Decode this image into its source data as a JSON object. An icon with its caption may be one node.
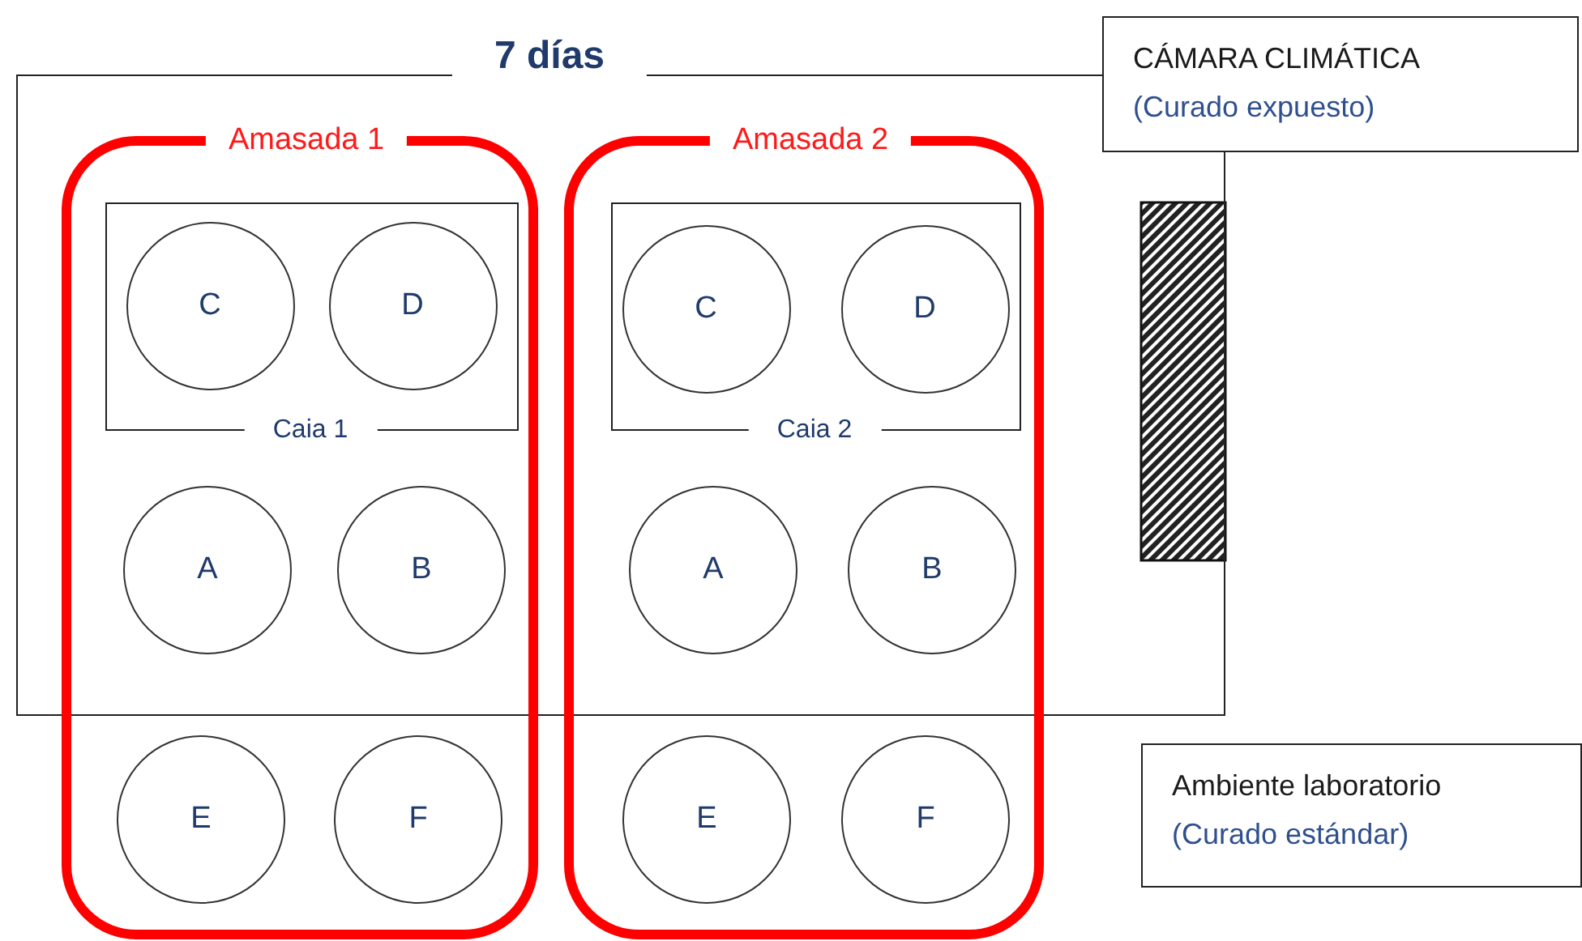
{
  "diagram": {
    "nodes": [
      {
        "text": [
          "7 días"
        ]
      },
      {
        "text": [
          "CÁMARA CLIMÁTICA",
          "(Curado expuesto)"
        ]
      },
      {
        "text": [
          "Amasada 1"
        ]
      },
      {
        "text": [
          "Caia 1"
        ]
      },
      {
        "text": [
          "C"
        ],
        "in": 3
      },
      {
        "text": [
          "D"
        ],
        "in": 3
      },
      {
        "text": [
          "A"
        ]
      },
      {
        "text": [
          "B"
        ]
      },
      {
        "text": [
          "E"
        ],
        "in": 2
      },
      {
        "text": [
          "F"
        ],
        "in": 2
      },
      {
        "text": [
          "Amasada 2"
        ]
      },
      {
        "text": [
          "Caia 2"
        ]
      },
      {
        "text": [
          "C"
        ],
        "in": 11
      },
      {
        "text": [
          "D"
        ],
        "in": 11
      },
      {
        "text": [
          "A"
        ]
      },
      {
        "text": [
          "B"
        ]
      },
      {
        "text": [
          "E"
        ],
        "in": 10
      },
      {
        "text": [
          "F"
        ],
        "in": 10
      },
      {
        "text": [
          "Ambiente laboratorio",
          "(Curado estándar)"
        ]
      }
    ]
  }
}
